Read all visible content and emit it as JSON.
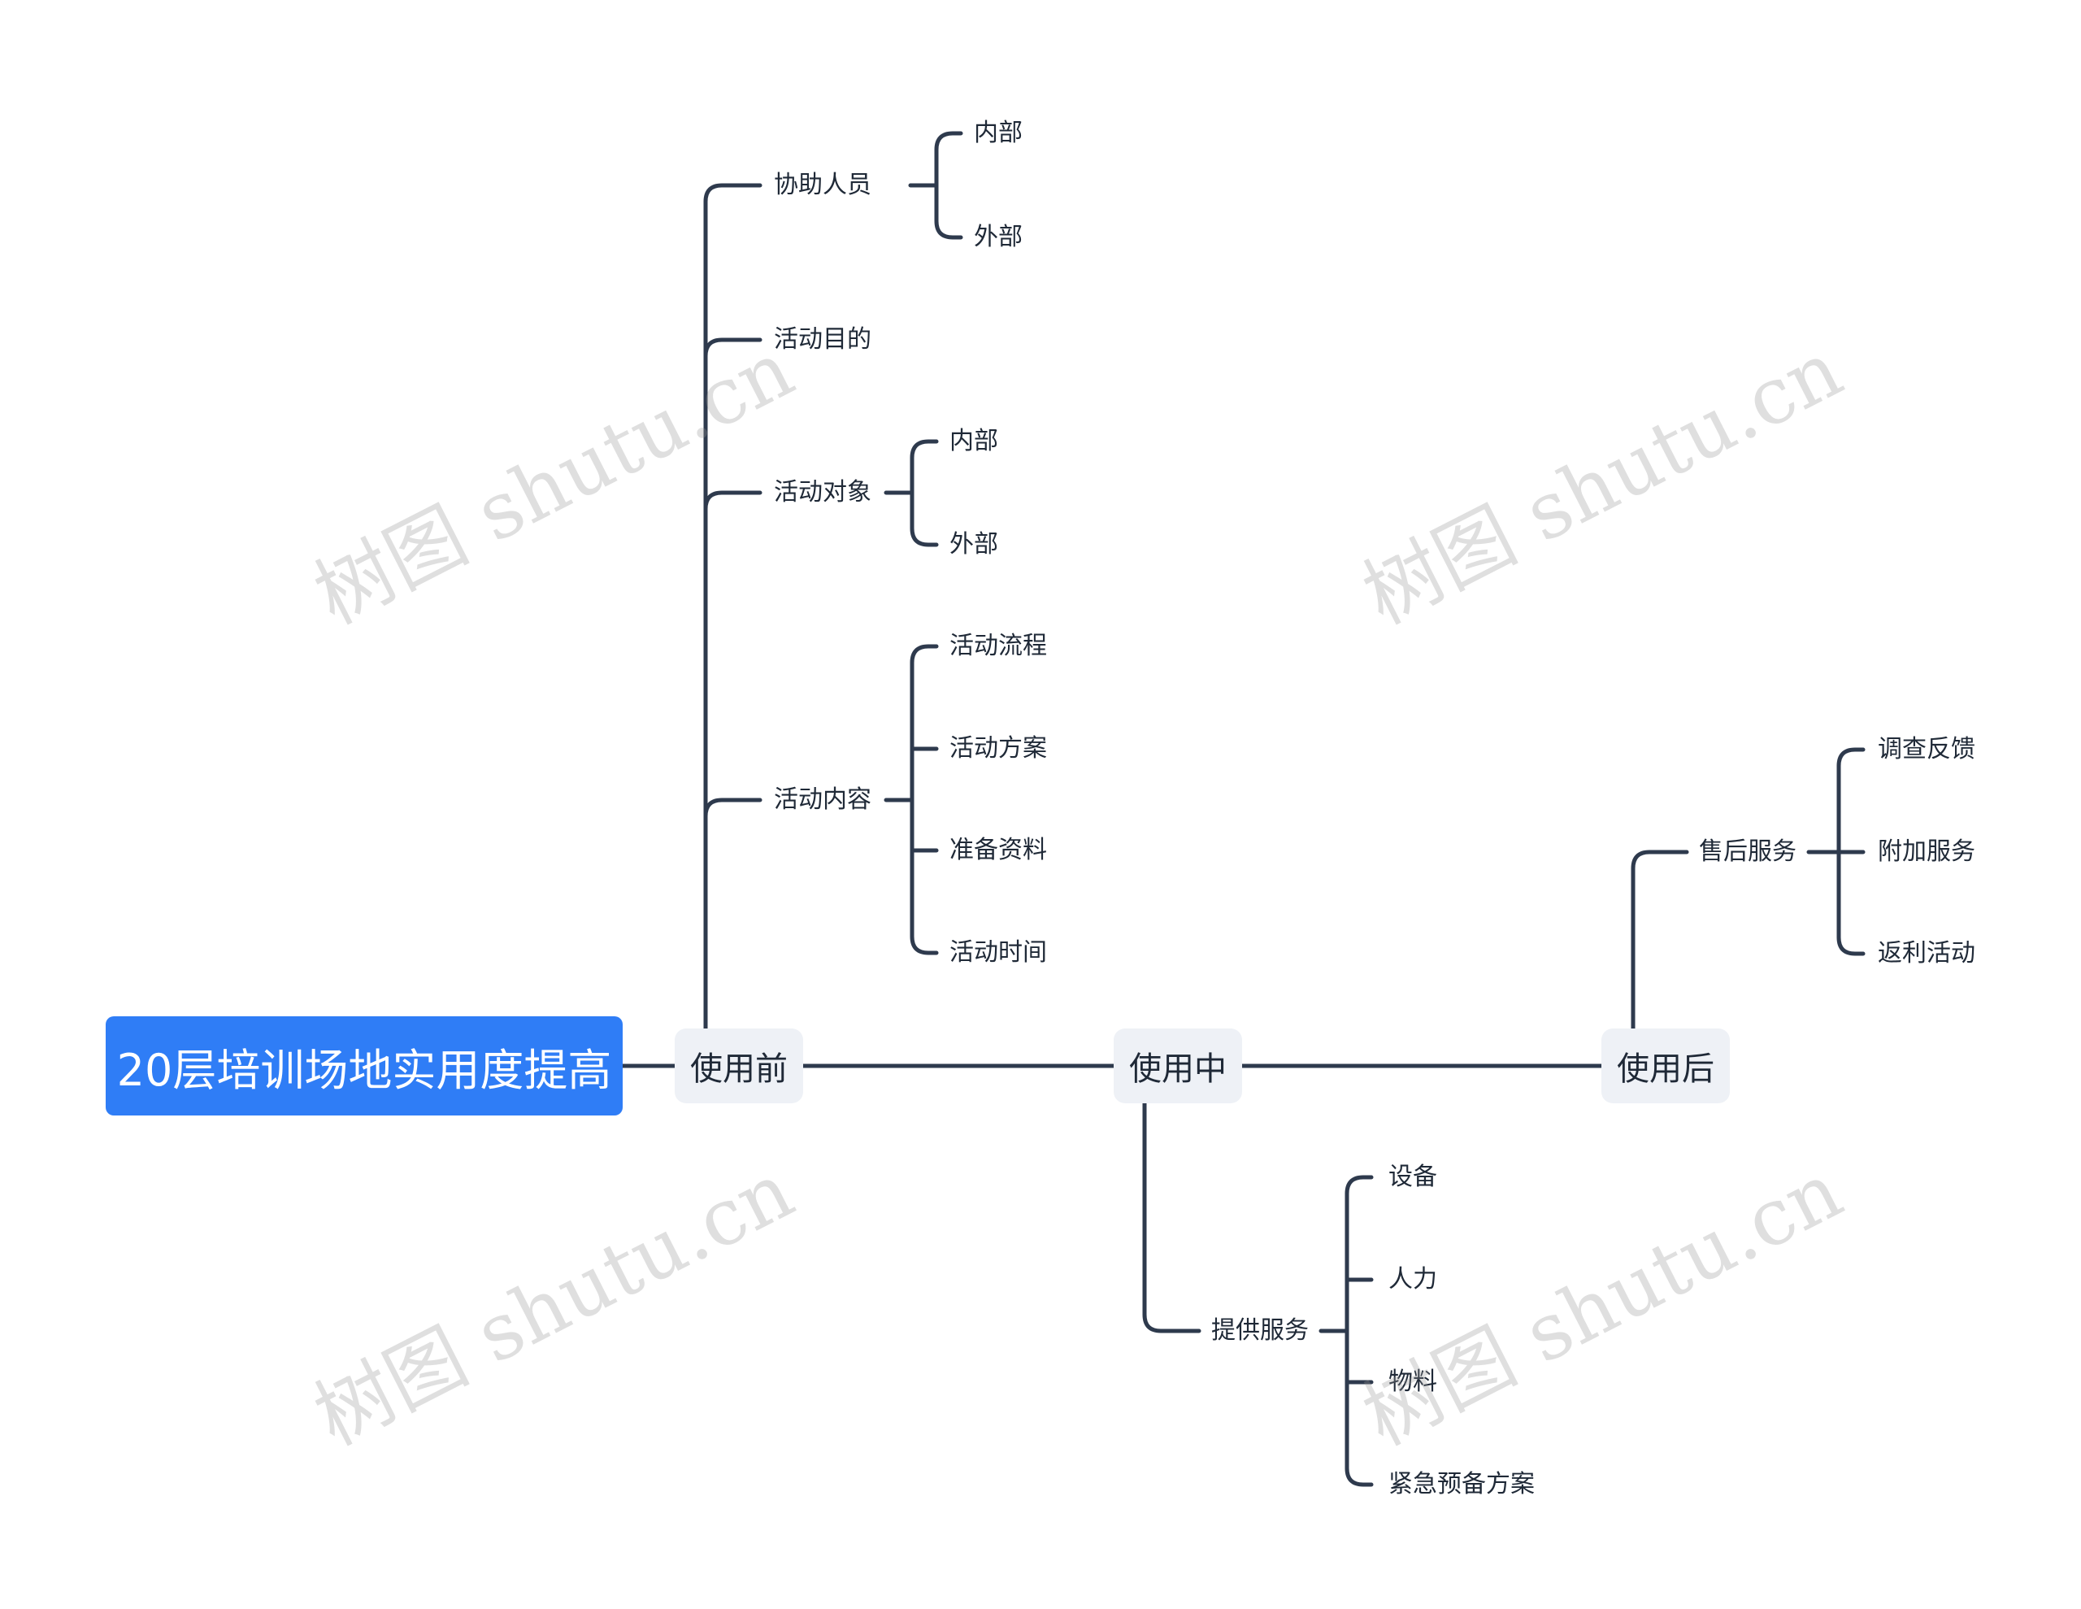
{
  "root": {
    "label": "20层培训场地实用度提高"
  },
  "stages": {
    "before": {
      "label": "使用前",
      "branches": {
        "helpers": {
          "label": "协助人员",
          "children": [
            "内部",
            "外部"
          ]
        },
        "purpose": {
          "label": "活动目的"
        },
        "target": {
          "label": "活动对象",
          "children": [
            "内部",
            "外部"
          ]
        },
        "content": {
          "label": "活动内容",
          "children": [
            "活动流程",
            "活动方案",
            "准备资料",
            "活动时间"
          ]
        }
      }
    },
    "during": {
      "label": "使用中",
      "branches": {
        "service": {
          "label": "提供服务",
          "children": [
            "设备",
            "人力",
            "物料",
            "紧急预备方案"
          ]
        }
      }
    },
    "after": {
      "label": "使用后",
      "branches": {
        "aftersales": {
          "label": "售后服务",
          "children": [
            "调查反馈",
            "附加服务",
            "返利活动"
          ]
        }
      }
    }
  },
  "watermark": "树图 shutu.cn"
}
